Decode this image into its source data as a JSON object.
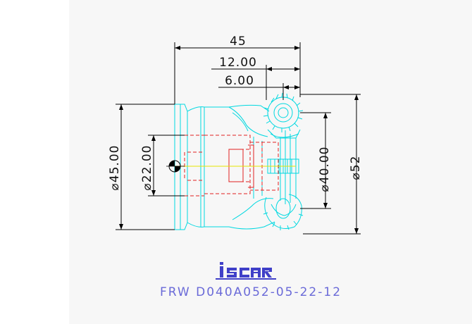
{
  "dimensions": {
    "overall_length": "45",
    "offset_12": "12.00",
    "offset_6": "6.00",
    "dia_45": "⌀45.00",
    "dia_22": "⌀22.00",
    "dia_40": "⌀40.00",
    "dia_52": "⌀52"
  },
  "part_number": "FRW D040A052-05-22-12",
  "logo": "iscar",
  "colors": {
    "outline": "#00d8e0",
    "hidden_lines": "#e02020",
    "centerline": "#e6e600",
    "dimension": "#000000",
    "part_number": "#6a6ad8",
    "logo": "#4040c8",
    "background_panel": "#f7f7f7"
  }
}
